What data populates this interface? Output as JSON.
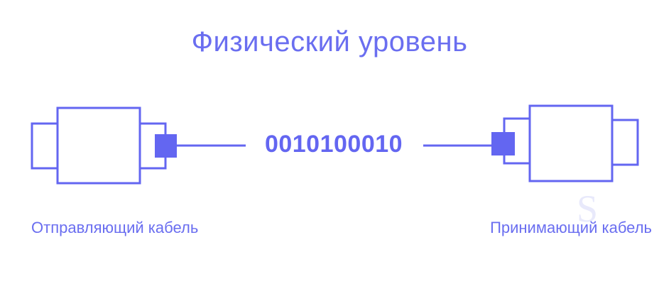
{
  "diagram": {
    "title": "Физический уровень",
    "bit_stream": "0010100010",
    "sender_label": "Отправляющий кабель",
    "receiver_label": "Принимающий кабель",
    "watermark_letter": "S"
  },
  "colors": {
    "accent": "#6366f1",
    "text": "#6a6ef0",
    "background": "#ffffff"
  }
}
